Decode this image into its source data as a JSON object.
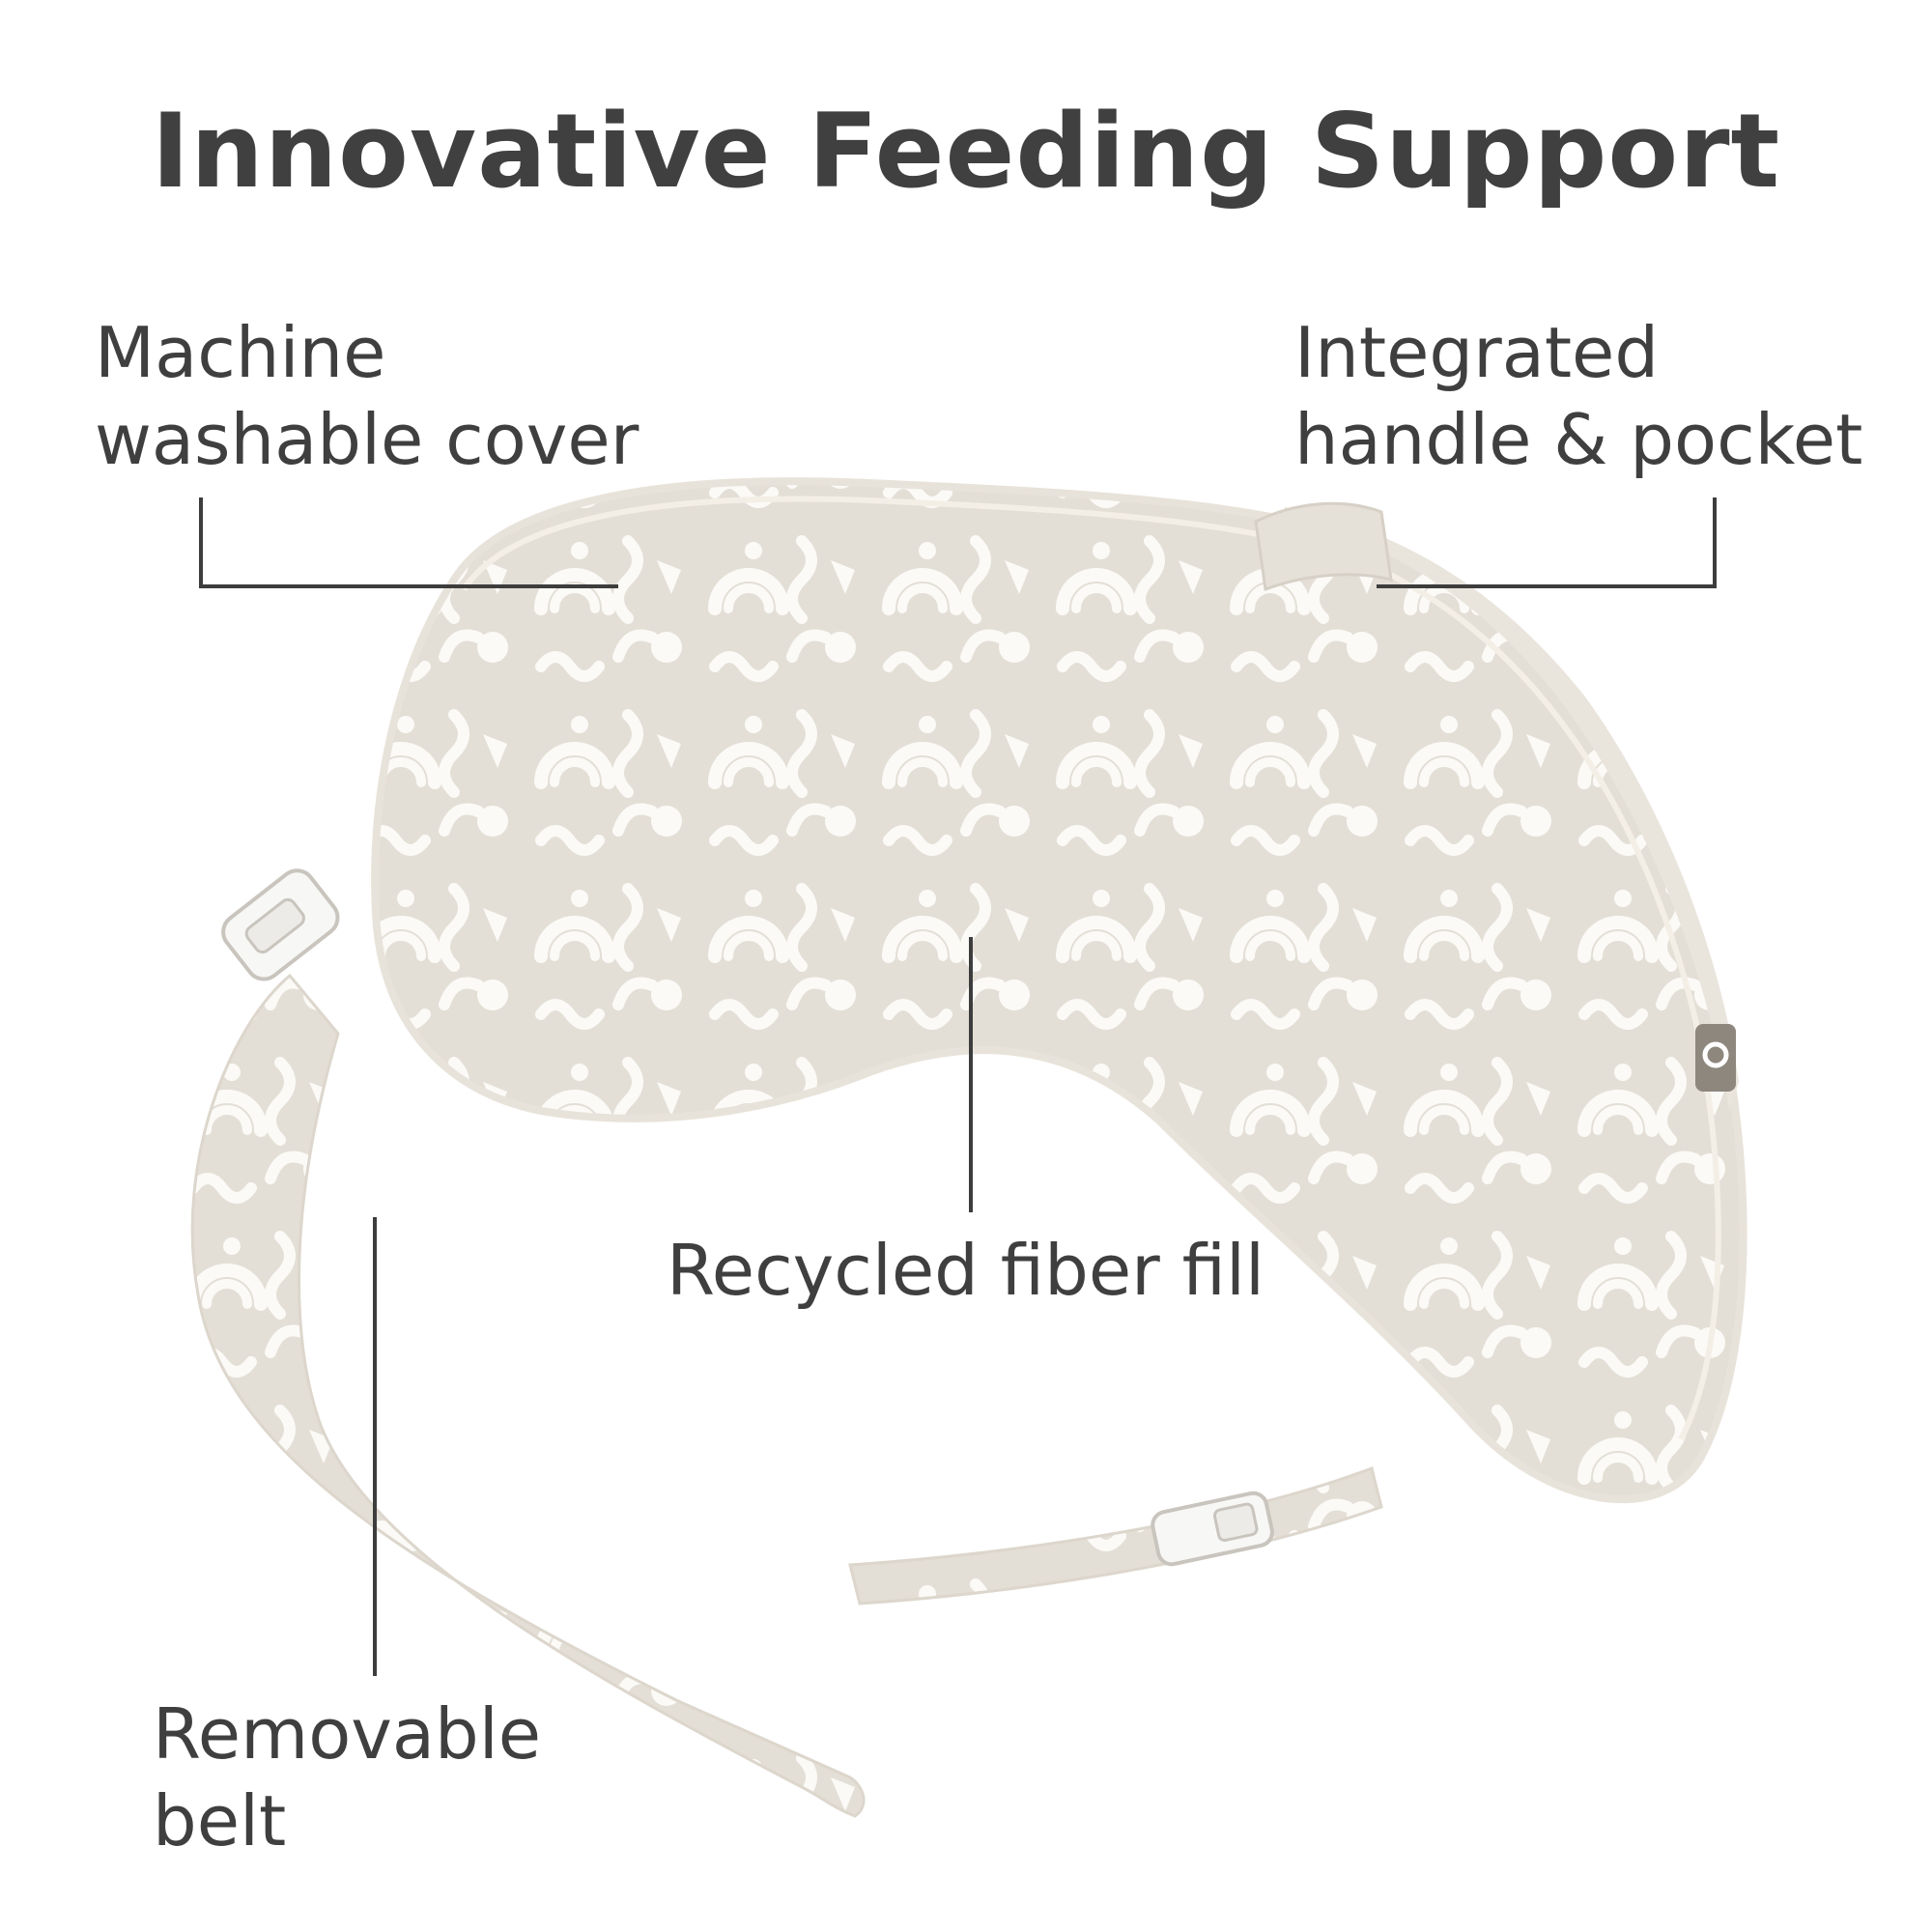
{
  "title": "Innovative Feeding Support",
  "callouts": {
    "cover": {
      "line1": "Machine",
      "line2": "washable cover"
    },
    "handle": {
      "line1": "Integrated",
      "line2": "handle & pocket"
    },
    "fill": {
      "line1": "Recycled fiber fill"
    },
    "belt": {
      "line1": "Removable",
      "line2": "belt"
    }
  },
  "colors": {
    "text": "#3f3f3f",
    "fabric_base": "#e4dfd6",
    "fabric_pattern": "#ffffff",
    "brand_tag": "#8d877e"
  }
}
